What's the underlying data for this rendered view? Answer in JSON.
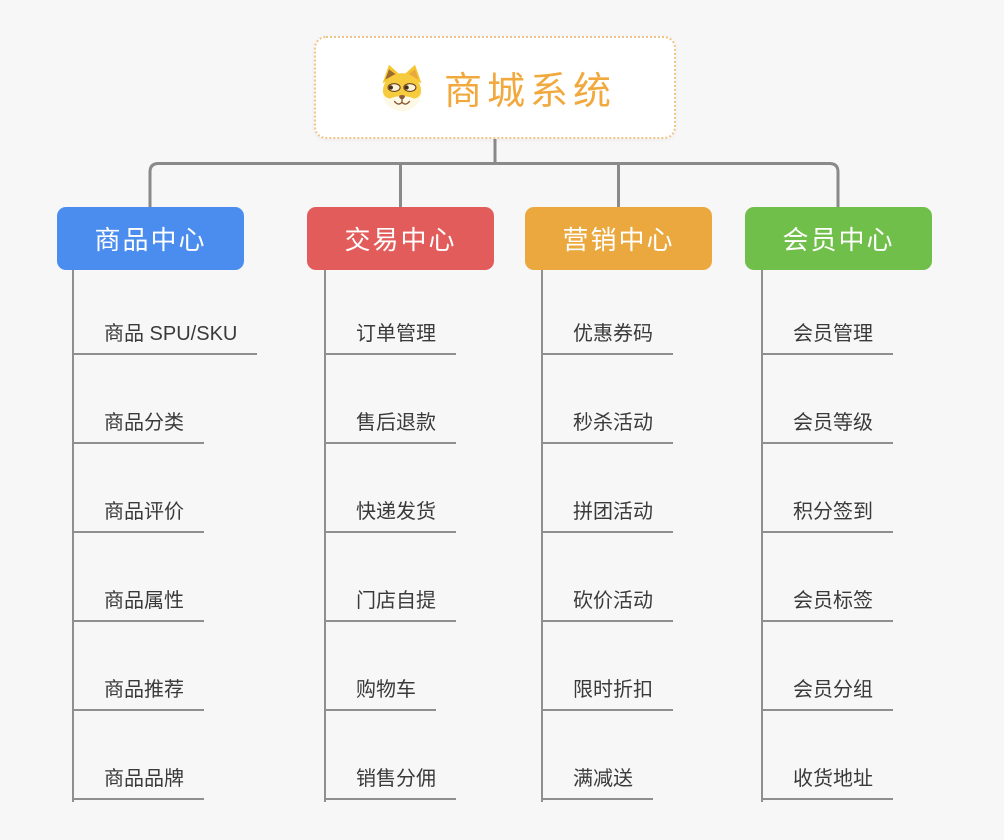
{
  "root": {
    "label": "商城系统",
    "icon": "dog-face-icon"
  },
  "branches": [
    {
      "label": "商品中心",
      "color": "#4a8dee",
      "items": [
        "商品 SPU/SKU",
        "商品分类",
        "商品评价",
        "商品属性",
        "商品推荐",
        "商品品牌"
      ]
    },
    {
      "label": "交易中心",
      "color": "#e25c5c",
      "items": [
        "订单管理",
        "售后退款",
        "快递发货",
        "门店自提",
        "购物车",
        "销售分佣"
      ]
    },
    {
      "label": "营销中心",
      "color": "#eaa83e",
      "items": [
        "优惠券码",
        "秒杀活动",
        "拼团活动",
        "砍价活动",
        "限时折扣",
        "满减送"
      ]
    },
    {
      "label": "会员中心",
      "color": "#6fbf4a",
      "items": [
        "会员管理",
        "会员等级",
        "积分签到",
        "会员标签",
        "会员分组",
        "收货地址"
      ]
    }
  ],
  "palette": {
    "root_text": "#f1a83d",
    "root_border": "#f0c386",
    "connector_gray": "#8a8a8a",
    "leaf_text": "#3a3a3a",
    "background": "#f7f7f7"
  }
}
